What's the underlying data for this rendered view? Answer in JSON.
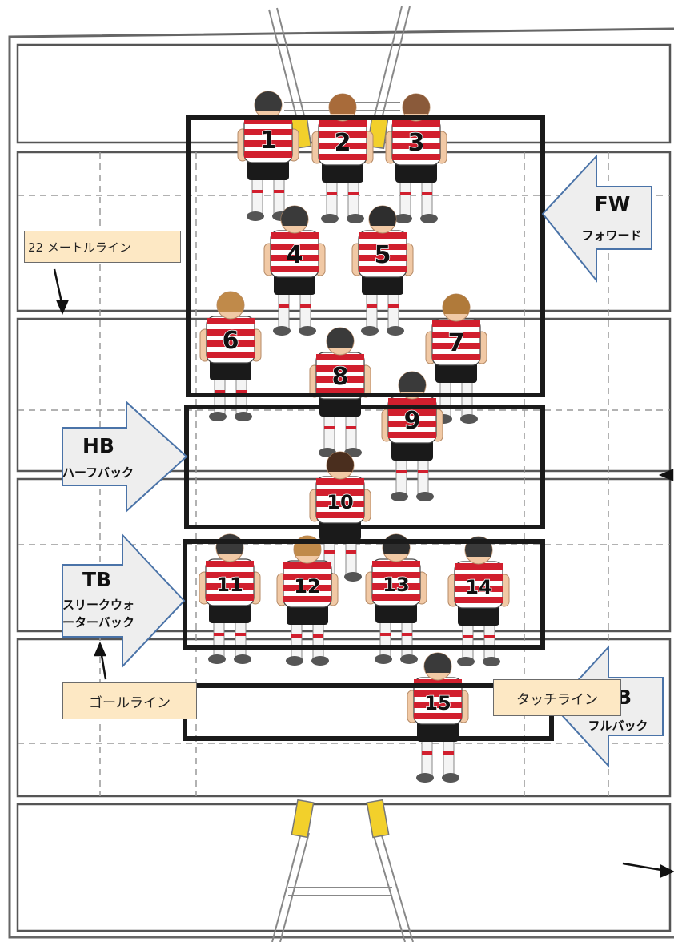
{
  "players": [
    {
      "number": "1"
    },
    {
      "number": "2"
    },
    {
      "number": "3"
    },
    {
      "number": "4"
    },
    {
      "number": "5"
    },
    {
      "number": "6"
    },
    {
      "number": "7"
    },
    {
      "number": "8"
    },
    {
      "number": "9"
    },
    {
      "number": "10"
    },
    {
      "number": "11"
    },
    {
      "number": "12"
    },
    {
      "number": "13"
    },
    {
      "number": "14"
    },
    {
      "number": "15"
    }
  ],
  "groups": {
    "fw": {
      "abbr": "FW",
      "name": "フォワード"
    },
    "hb": {
      "abbr": "HB",
      "name": "ハーフバック"
    },
    "tb": {
      "abbr": "TB",
      "name_line1": "スリークウォ",
      "name_line2": "ーターバック"
    },
    "fb": {
      "abbr": "FB",
      "name": "フルバック"
    }
  },
  "line_labels": {
    "twenty_two": "22 メートルライン",
    "goal_line": "ゴールライン",
    "touch_line": "タッチライン"
  },
  "colors": {
    "jersey_red": "#d11f2e",
    "shorts": "#1a1a1a",
    "callout_fill": "#fde8c4",
    "arrow_fill": "#eeeeee",
    "arrow_stroke": "#4a73a8",
    "post_yellow": "#f2d02b"
  }
}
